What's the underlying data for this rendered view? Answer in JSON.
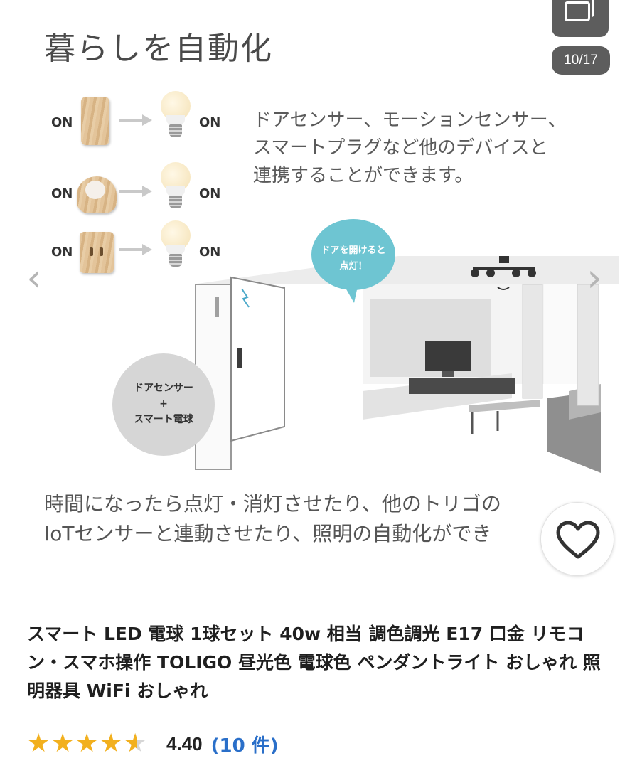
{
  "image": {
    "title": "暮らしを自動化",
    "description_lines": [
      "ドアセンサー、モーションセンサー、",
      "スマートプラグなど他のデバイスと",
      "連携することができます。"
    ],
    "flows": [
      {
        "left": "ON",
        "right": "ON",
        "device": "door-sensor"
      },
      {
        "left": "ON",
        "right": "ON",
        "device": "motion-sensor"
      },
      {
        "left": "ON",
        "right": "ON",
        "device": "smart-plug"
      }
    ],
    "bubble_lines": [
      "ドアを開けると",
      "点灯！"
    ],
    "circle_lines": [
      "ドアセンサー",
      "+",
      "スマート電球"
    ],
    "bottom_lines": [
      "時間になったら点灯・消灯させたり、他のトリゴの",
      "IoTセンサーと連動させたり、照明の自動化ができ"
    ]
  },
  "gallery": {
    "counter": "10/17",
    "icon": "gallery-icon"
  },
  "nav": {
    "prev_icon": "chevron-left-icon",
    "prev_glyph": "‹",
    "next_icon": "chevron-right-icon",
    "next_glyph": "›"
  },
  "like": {
    "icon": "heart-icon"
  },
  "product": {
    "title": "スマート LED 電球 1球セット 40w 相当 調色調光 E17 口金 リモコン・スマホ操作 TOLIGO 昼光色 電球色 ペンダントライト おしゃれ 照明器具 WiFi おしゃれ",
    "rating": 4.4,
    "rating_text": "4.40",
    "review_count": "(10 件)"
  },
  "colors": {
    "star": "#f2b01e",
    "link": "#2a6fc9",
    "bubble": "#6ec5d2",
    "overlay": "#5d5d5d"
  }
}
